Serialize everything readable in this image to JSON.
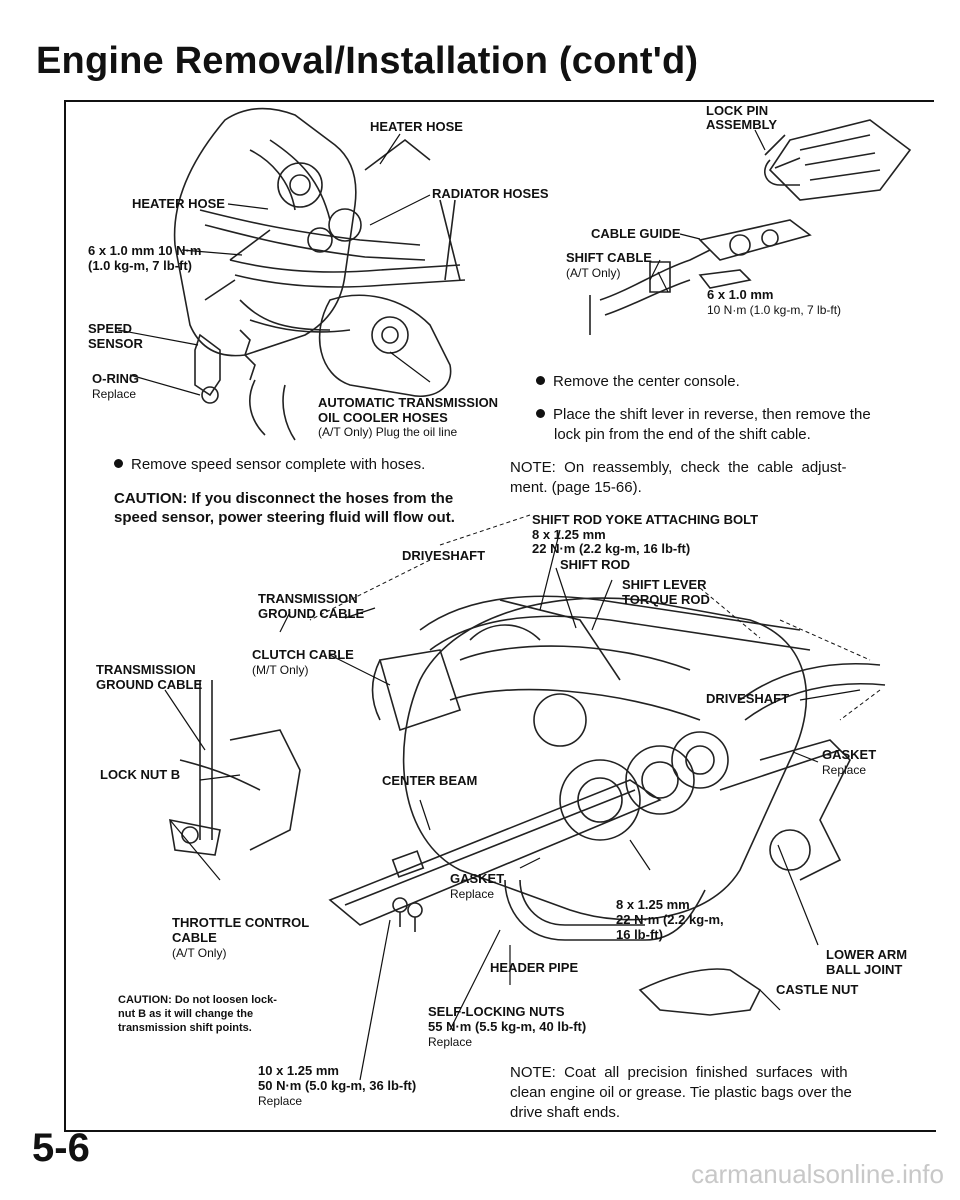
{
  "page": {
    "title": "Engine Removal/Installation (cont'd)",
    "page_number": "5-6",
    "watermark": "carmanualsonline.info"
  },
  "top_left": {
    "labels": {
      "heater_hose_top": "HEATER HOSE",
      "heater_hose_left": "HEATER HOSE",
      "radiator_hoses": "RADIATOR HOSES",
      "bolt_spec_1": "6 x 1.0 mm 10 N·m",
      "bolt_spec_2": "(1.0 kg-m, 7 lb-ft)",
      "speed_sensor_1": "SPEED",
      "speed_sensor_2": "SENSOR",
      "oring": "O-RING",
      "oring_replace": "Replace",
      "atoc_1": "AUTOMATIC TRANSMISSION",
      "atoc_2": "OIL COOLER HOSES",
      "atoc_3": "(A/T Only) Plug the oil line"
    },
    "instruction": "Remove speed sensor complete with hoses.",
    "caution_1": "CAUTION: If you disconnect the hoses from the",
    "caution_2": "speed sensor, power steering fluid will flow out."
  },
  "top_right": {
    "labels": {
      "lock_pin_1": "LOCK PIN",
      "lock_pin_2": "ASSEMBLY",
      "cable_guide": "CABLE GUIDE",
      "shift_cable": "SHIFT CABLE",
      "shift_cable_sub": "(A/T Only)",
      "bolt_spec_1": "6 x 1.0 mm",
      "bolt_spec_2": "10 N·m (1.0 kg-m, 7 lb-ft)"
    },
    "step_1": "Remove the center console.",
    "step_2a": "Place the shift lever in reverse, then remove the",
    "step_2b": "lock pin from the end of the shift cable.",
    "note_1": "NOTE:  On  reassembly,  check  the  cable  adjust-",
    "note_2": "ment. (page 15-66)."
  },
  "bottom": {
    "labels": {
      "shift_rod_yoke": "SHIFT ROD YOKE ATTACHING BOLT",
      "yoke_spec_1": "8 x 1.25 mm",
      "yoke_spec_2": "22 N·m (2.2 kg-m, 16 lb-ft)",
      "driveshaft_top": "DRIVESHAFT",
      "shift_rod": "SHIFT ROD",
      "shift_lever_1": "SHIFT LEVER",
      "shift_lever_2": "TORQUE ROD",
      "tgc_mid_1": "TRANSMISSION",
      "tgc_mid_2": "GROUND CABLE",
      "tgc_left_1": "TRANSMISSION",
      "tgc_left_2": "GROUND CABLE",
      "clutch_cable": "CLUTCH CABLE",
      "clutch_cable_sub": "(M/T Only)",
      "driveshaft_right": "DRIVESHAFT",
      "gasket_right": "GASKET",
      "gasket_right_sub": "Replace",
      "lock_nut": "LOCK NUT B",
      "center_beam": "CENTER BEAM",
      "gasket_mid": "GASKET",
      "gasket_mid_sub": "Replace",
      "pipe_spec_1": "8 x 1.25 mm",
      "pipe_spec_2": "22 N·m (2.2 kg-m,",
      "pipe_spec_3": "16 lb-ft)",
      "throttle_1": "THROTTLE CONTROL",
      "throttle_2": "CABLE",
      "throttle_3": "(A/T Only)",
      "lower_arm_1": "LOWER ARM",
      "lower_arm_2": "BALL JOINT",
      "header_pipe": "HEADER PIPE",
      "castle_nut": "CASTLE NUT",
      "caution_small_1": "CAUTION: Do not loosen lock-",
      "caution_small_2": "nut B as it will change the",
      "caution_small_3": "transmission shift points.",
      "self_locking_1": "SELF-LOCKING NUTS",
      "self_locking_2": "55 N·m (5.5 kg-m, 40 lb-ft)",
      "self_locking_3": "Replace",
      "beam_spec_1": "10 x 1.25 mm",
      "beam_spec_2": "50 N·m (5.0 kg-m, 36 lb-ft)",
      "beam_spec_3": "Replace"
    },
    "note_1": "NOTE:  Coat  all  precision  finished  surfaces  with",
    "note_2": "clean engine oil or grease. Tie plastic bags over the",
    "note_3": "drive shaft ends."
  }
}
